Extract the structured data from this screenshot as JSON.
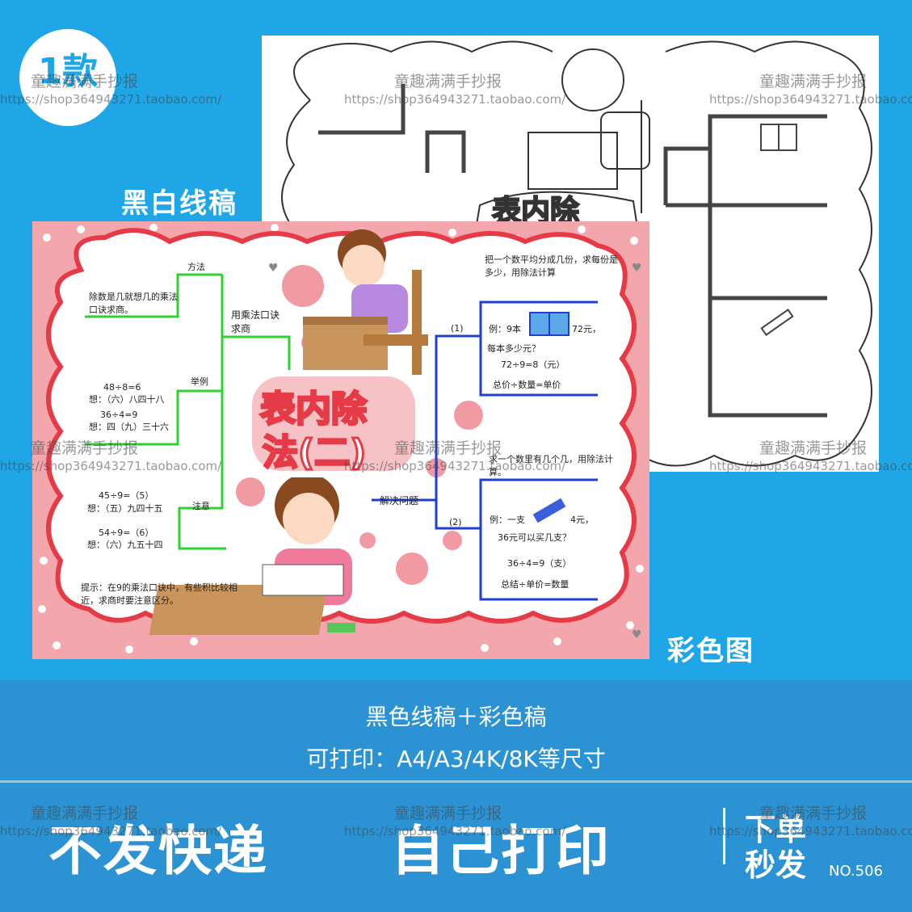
{
  "badge": {
    "text": "1款"
  },
  "labels": {
    "bw": "黑白线稿",
    "color": "彩色图"
  },
  "watermark": {
    "shop": "童趣满满手抄报",
    "url": "https://shop364943271.taobao.com/"
  },
  "bw_card": {
    "title_fragment": "表内除"
  },
  "poster": {
    "title_line1": "表内除",
    "title_line2": "法(二)",
    "left": {
      "method_label": "方法",
      "method_text": "除数是几就想几的乘法口诀求商。",
      "center_label": "用乘法口诀求商",
      "example_label": "举例",
      "example_lines": [
        "48÷8=6",
        "想：（六）八四十八",
        "36÷4=9",
        "想：四（九）三十六"
      ],
      "note_label": "注意",
      "note_lines": [
        "45÷9=（5）",
        "想：（五）九四十五",
        "54÷9=（6）",
        "想：（六）九五十四"
      ],
      "tip": "提示：在9的乘法口诀中，有些积比较相近，求商时要注意区分。"
    },
    "right": {
      "intro1": "把一个数平均分成几份，求每份是多少，用除法计算",
      "label1": "(1)",
      "ex1_lines": [
        "例：9本",
        "72元，",
        "每本多少元？",
        "72÷9=8（元）",
        "总价÷数量=单价"
      ],
      "solve_label": "解决问题",
      "intro2": "求一个数里有几个几，用除法计算。",
      "label2": "(2)",
      "ex2_lines": [
        "例：一支",
        "4元，",
        "36元可以买几支？",
        "36÷4=9（支）",
        "总结÷单价=数量"
      ]
    }
  },
  "bottom": {
    "line1": "黑色线稿＋彩色稿",
    "line2": "可打印：A4/A3/4K/8K等尺寸",
    "slogan1": "不发快递",
    "slogan2": "自己打印",
    "side_top": "下单",
    "side_bottom": "秒发",
    "number": "NO.506"
  },
  "colors": {
    "blue_bg": "#1ea6e6",
    "band": "#2b93d3",
    "poster_pink": "#f3a6ab",
    "poster_red": "#e63b47",
    "green": "#2fd12f",
    "blue_line": "#1f3fcf"
  }
}
